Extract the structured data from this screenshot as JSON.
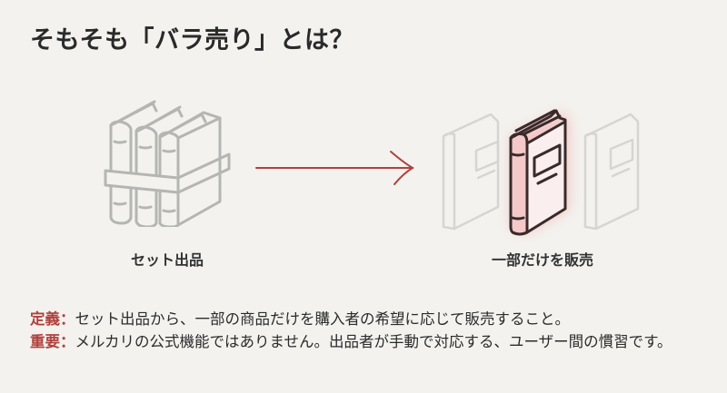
{
  "title": "そもそも「バラ売り」とは？",
  "diagram": {
    "left": {
      "label": "セット出品",
      "icon": "bundled-books-icon"
    },
    "arrow": {
      "icon": "right-arrow-icon",
      "color": "#b0413e"
    },
    "right": {
      "label": "一部だけを販売",
      "icon": "single-book-highlighted-icon",
      "highlight_color": "#f2b8b8"
    }
  },
  "notes": [
    {
      "key": "定義",
      "sep": "：",
      "text": "セット出品から、一部の商品だけを購入者の希望に応じて販売すること。"
    },
    {
      "key": "重要",
      "sep": "：",
      "text": "メルカリの公式機能ではありません。出品者が手動で対応する、ユーザー間の慣習です。"
    }
  ],
  "colors": {
    "background": "#f3f2ee",
    "accent": "#b0413e",
    "text": "#2b2b2b",
    "muted_icon": "#b5b5b3"
  }
}
